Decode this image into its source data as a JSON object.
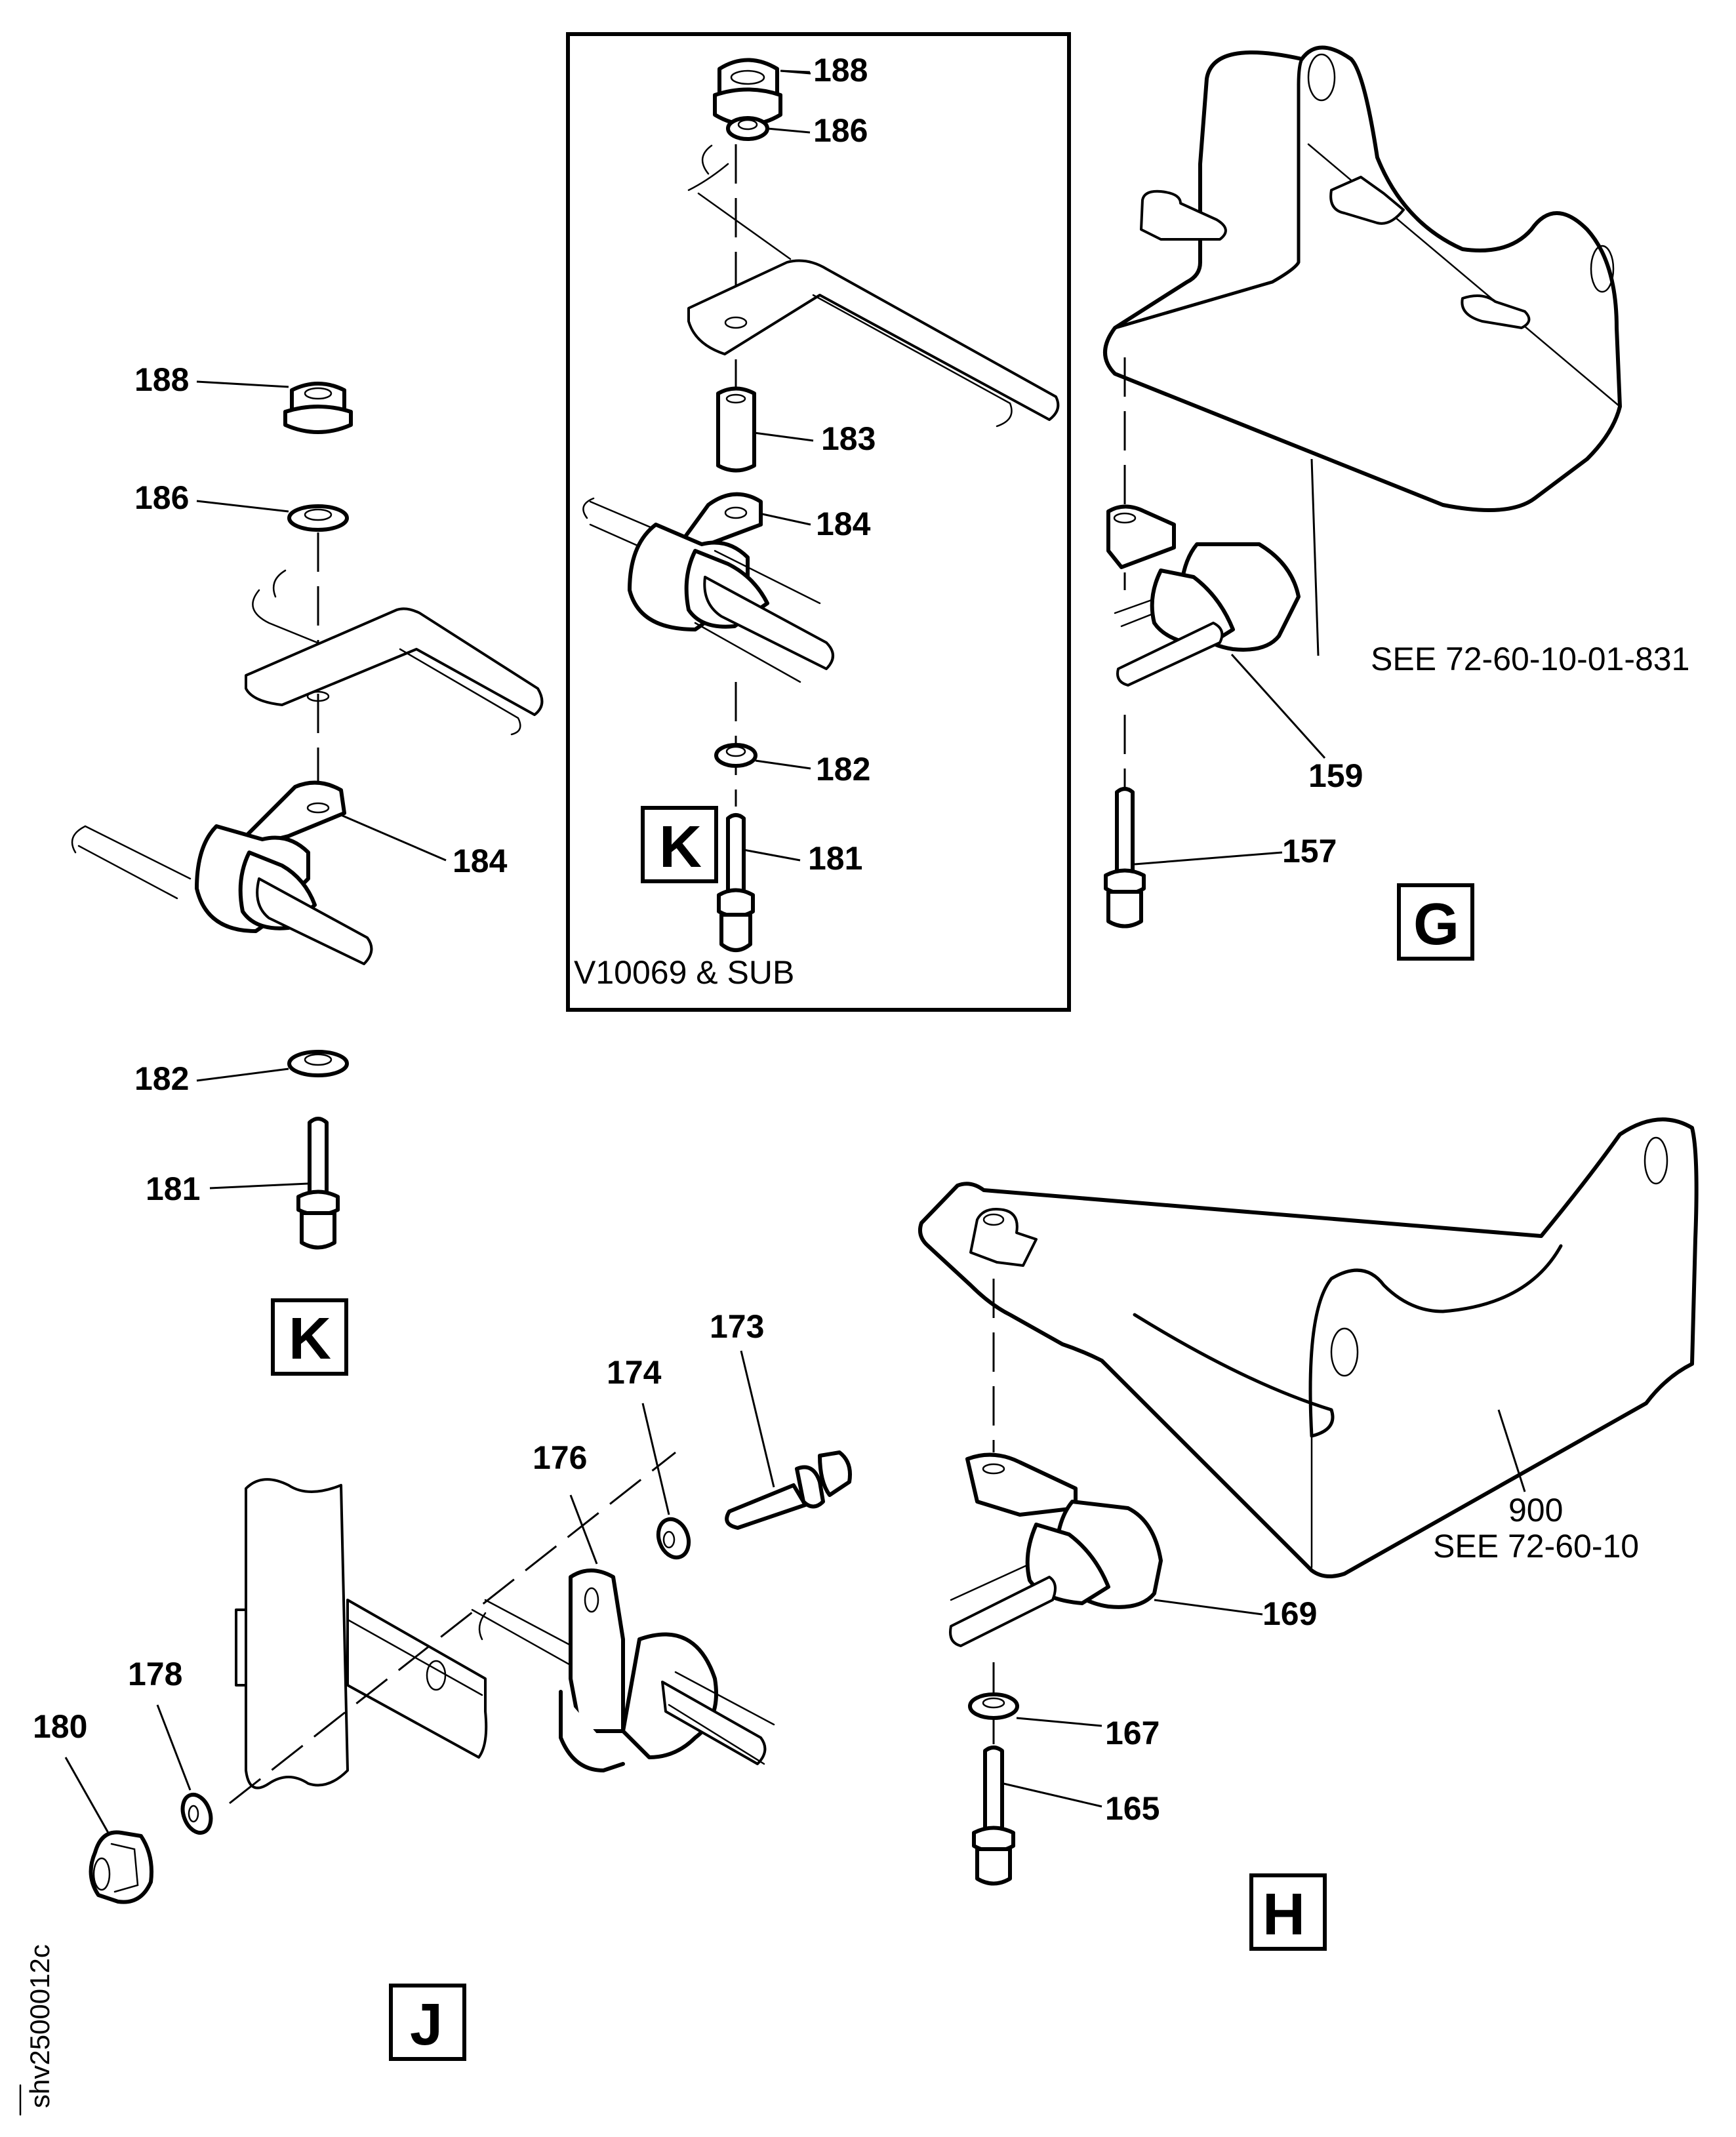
{
  "drawing": {
    "id": "shv2500012c",
    "background": "#ffffff",
    "ink": "#000000"
  },
  "views": {
    "K_left": {
      "letter": "K",
      "callouts": [
        "188",
        "186",
        "184",
        "182",
        "181"
      ]
    },
    "K_inset": {
      "letter": "K",
      "note": "V10069 & SUB",
      "callouts": [
        "188",
        "186",
        "183",
        "184",
        "182",
        "181"
      ]
    },
    "G": {
      "letter": "G",
      "callouts": [
        "159",
        "157"
      ],
      "reference": "SEE 72-60-10-01-831"
    },
    "H": {
      "letter": "H",
      "callouts": [
        "169",
        "167",
        "165"
      ],
      "reference_item": "900",
      "reference": "SEE 72-60-10"
    },
    "J": {
      "letter": "J",
      "callouts": [
        "173",
        "174",
        "176",
        "178",
        "180"
      ]
    }
  },
  "parts": {
    "nut": "188",
    "washer_top": "186",
    "spacer": "183",
    "clamp_k": "184",
    "washer_bottom": "182",
    "bolt_k": "181",
    "clamp_g": "159",
    "bolt_g": "157",
    "clamp_h": "169",
    "washer_h": "167",
    "bolt_h": "165",
    "bracket_h": "900",
    "bolt_j": "173",
    "washer_j1": "174",
    "clamp_j": "176",
    "washer_j2": "178",
    "nut_j": "180"
  }
}
